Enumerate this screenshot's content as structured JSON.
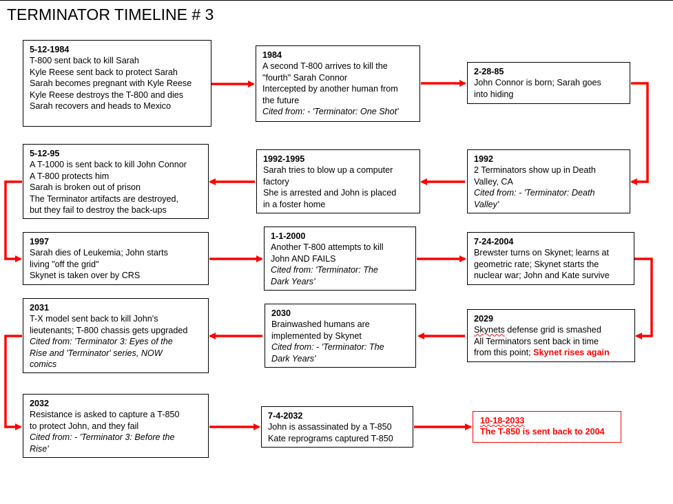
{
  "title": "TERMINATOR TIMELINE # 3",
  "colors": {
    "arrow": "#ff0000",
    "highlight": "#ff0000",
    "border": "#000000"
  },
  "events": {
    "e1": {
      "date": "5-12-1984",
      "lines": [
        "T-800 sent back to kill Sarah",
        "Kyle Reese sent back to protect Sarah",
        "Sarah becomes pregnant with Kyle Reese",
        "Kyle Reese destroys the T-800 and dies",
        "Sarah recovers and heads to Mexico"
      ]
    },
    "e2": {
      "date": "1984",
      "lines": [
        "A second T-800 arrives to kill the",
        "\"fourth\" Sarah Connor",
        "Intercepted by another human from",
        "the future"
      ],
      "cite": "Cited from: - 'Terminator: One Shot'"
    },
    "e3": {
      "date": "2-28-85",
      "lines": [
        "John Connor is born; Sarah goes",
        "into hiding"
      ]
    },
    "e4": {
      "date": "1992",
      "lines": [
        "2 Terminators show up in Death",
        "Valley, CA"
      ],
      "cite": [
        "Cited from: - 'Terminator: Death",
        "Valley'"
      ]
    },
    "e5": {
      "date": "1992-1995",
      "lines": [
        "Sarah tries to blow up a computer",
        "factory",
        "She is arrested and John is placed",
        "in a foster home"
      ]
    },
    "e6": {
      "date": "5-12-95",
      "lines": [
        "A T-1000 is sent back to kill John Connor",
        "A T-800 protects him",
        "Sarah is broken out of prison",
        "The Terminator artifacts are destroyed,",
        "but they fail to destroy the back-ups"
      ]
    },
    "e7": {
      "date": "1997",
      "lines": [
        "Sarah dies of Leukemia; John starts",
        "living \"off the grid\"",
        "Skynet is taken over by CRS"
      ]
    },
    "e8": {
      "date": "1-1-2000",
      "lines": [
        "Another T-800 attempts to kill",
        "John AND FAILS"
      ],
      "cite": [
        "Cited from: 'Terminator: The",
        "Dark Years'"
      ]
    },
    "e9": {
      "date": "7-24-2004",
      "lines": [
        "Brewster turns on Skynet; learns at",
        "geometric rate; Skynet starts the",
        "nuclear war; John and Kate survive"
      ]
    },
    "e10": {
      "date": "2029",
      "line1_word": "Skynets",
      "line1_rest": " defense grid is smashed",
      "line2": "All Terminators sent back in time",
      "line3": "from this point; ",
      "highlight": "Skynet rises again"
    },
    "e11": {
      "date": "2030",
      "lines": [
        "Brainwashed humans are",
        "implemented by Skynet"
      ],
      "cite": [
        "Cited from: - 'Terminator: The",
        "Dark Years'"
      ]
    },
    "e12": {
      "date": "2031",
      "lines": [
        "T-X model sent back to kill John's",
        "lieutenants; T-800 chassis gets upgraded"
      ],
      "cite": [
        "Cited from: 'Terminator 3: Eyes of the",
        "Rise and 'Terminator' series, NOW",
        "comics"
      ]
    },
    "e13": {
      "date": "2032",
      "lines": [
        "Resistance is asked to capture a T-850",
        "to protect John, and they fail"
      ],
      "cite": [
        "Cited from: - 'Terminator 3: Before the",
        "Rise'"
      ]
    },
    "e14": {
      "date": "7-4-2032",
      "lines": [
        "John is assassinated by a T-850",
        "Kate reprograms captured T-850"
      ]
    },
    "e15": {
      "date": "10-18-2033",
      "line": "The T-850 is sent back to 2004"
    }
  }
}
